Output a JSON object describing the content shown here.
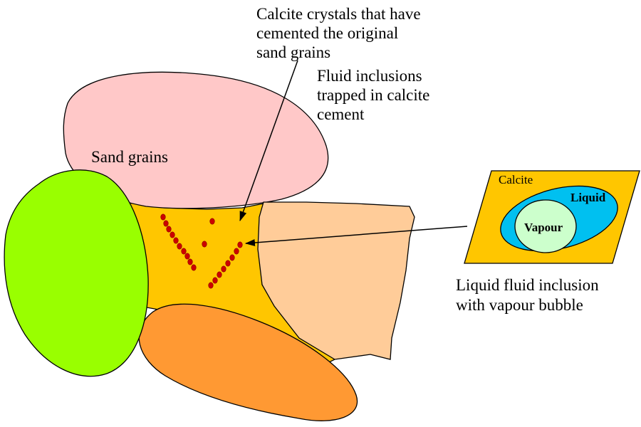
{
  "labels": {
    "calcite_crystals": [
      "Calcite crystals that have",
      "cemented the original",
      "sand grains"
    ],
    "fluid_inclusions": [
      "Fluid inclusions",
      "trapped in calcite",
      "cement"
    ],
    "sand_grains": "Sand grains",
    "liquid_inclusion": [
      "Liquid fluid inclusion",
      "with vapour bubble"
    ]
  },
  "inset": {
    "calcite": "Calcite",
    "liquid": "Liquid",
    "vapour": "Vapour"
  },
  "colors": {
    "calcite_cement": "#FFC600",
    "pink_grain": "#FFC8C8",
    "green_grain": "#99FF00",
    "peach_grain": "#FFCC99",
    "orange_grain": "#FF9933",
    "inclusion_dots": "#CC0000",
    "liquid": "#00C0F0",
    "vapour": "#CCFFCC"
  }
}
